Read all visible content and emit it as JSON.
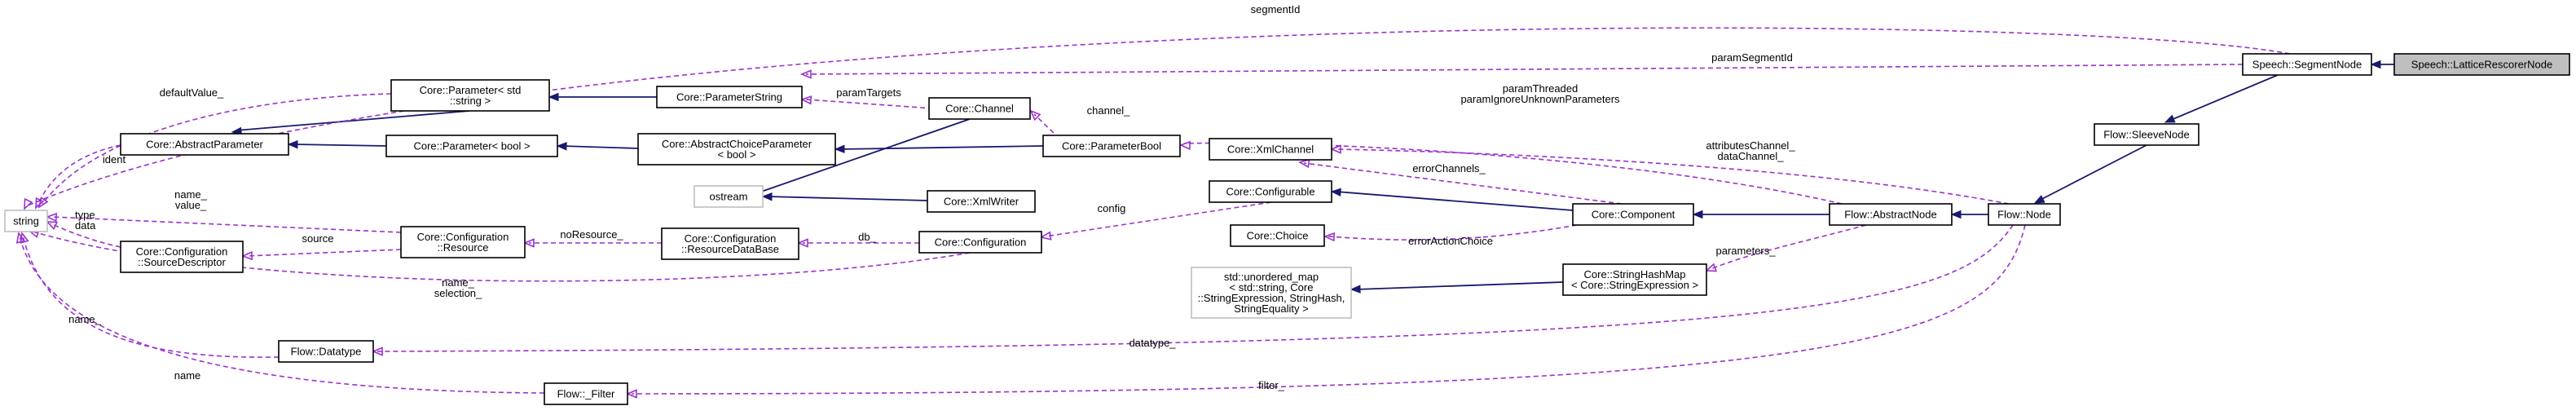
{
  "nodes": {
    "lattice_rescorer": [
      "Speech::LatticeRescorerNode"
    ],
    "segment_node": [
      "Speech::SegmentNode"
    ],
    "sleeve_node": [
      "Flow::SleeveNode"
    ],
    "flow_node": [
      "Flow::Node"
    ],
    "abstract_node": [
      "Flow::AbstractNode"
    ],
    "component": [
      "Core::Component"
    ],
    "configurable": [
      "Core::Configurable"
    ],
    "choice": [
      "Core::Choice"
    ],
    "xml_channel": [
      "Core::XmlChannel"
    ],
    "parameter_bool": [
      "Core::ParameterBool"
    ],
    "abstract_choice_parameter": [
      "Core::AbstractChoiceParameter",
      "< bool >"
    ],
    "parameter_bool_tmpl": [
      "Core::Parameter< bool >"
    ],
    "abstract_parameter": [
      "Core::AbstractParameter"
    ],
    "parameter_string_tmpl": [
      "Core::Parameter< std",
      "::string >"
    ],
    "parameter_string": [
      "Core::ParameterString"
    ],
    "channel": [
      "Core::Channel"
    ],
    "ostream": [
      "ostream"
    ],
    "xml_writer": [
      "Core::XmlWriter"
    ],
    "configuration": [
      "Core::Configuration"
    ],
    "resource_database": [
      "Core::Configuration",
      "::ResourceDataBase"
    ],
    "resource": [
      "Core::Configuration",
      "::Resource"
    ],
    "source_descriptor": [
      "Core::Configuration",
      "::SourceDescriptor"
    ],
    "string": [
      "string"
    ],
    "string_hash_map": [
      "Core::StringHashMap",
      "< Core::StringExpression >"
    ],
    "unordered_map": [
      "std::unordered_map",
      "< std::string, Core",
      "::StringExpression, StringHash,",
      "StringEquality >"
    ],
    "datatype": [
      "Flow::Datatype"
    ],
    "filter": [
      "Flow::_Filter"
    ]
  },
  "edge_labels": {
    "segment_id": [
      "segmentId"
    ],
    "param_segment_id": [
      "paramSegmentId"
    ],
    "default_value": [
      "defaultValue_"
    ],
    "param_targets": [
      "paramTargets"
    ],
    "channel": [
      "channel_"
    ],
    "param_threaded": [
      "paramThreaded",
      "paramIgnoreUnknownParameters"
    ],
    "attributes_channel": [
      "attributesChannel_",
      "dataChannel_"
    ],
    "ident": [
      "ident"
    ],
    "error_channels": [
      "errorChannels_"
    ],
    "name_value": [
      "name_",
      "value_"
    ],
    "type_data": [
      "type",
      "data"
    ],
    "config": [
      "config"
    ],
    "source": [
      "source"
    ],
    "no_resource": [
      "noResource_"
    ],
    "db": [
      "db_"
    ],
    "error_action_choice": [
      "errorActionChoice"
    ],
    "parameters": [
      "parameters_"
    ],
    "name_selection": [
      "name_",
      "selection_"
    ],
    "name_datatype": [
      "name_"
    ],
    "datatype": [
      "datatype_"
    ],
    "name_filter": [
      "name"
    ],
    "filter": [
      "filter_"
    ]
  }
}
